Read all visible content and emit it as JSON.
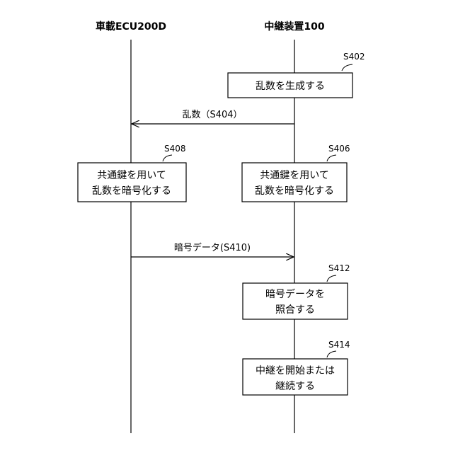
{
  "lanes": {
    "left": "車載ECU200D",
    "right": "中継装置100"
  },
  "steps": {
    "s402": {
      "id": "S402",
      "lines": [
        "乱数を生成する"
      ]
    },
    "s404": {
      "label": "乱数（S404）"
    },
    "s406": {
      "id": "S406",
      "lines": [
        "共通鍵を用いて",
        "乱数を暗号化する"
      ]
    },
    "s408": {
      "id": "S408",
      "lines": [
        "共通鍵を用いて",
        "乱数を暗号化する"
      ]
    },
    "s410": {
      "label": "暗号データ(S410)"
    },
    "s412": {
      "id": "S412",
      "lines": [
        "暗号データを",
        "照合する"
      ]
    },
    "s414": {
      "id": "S414",
      "lines": [
        "中継を開始または",
        "継続する"
      ]
    }
  }
}
